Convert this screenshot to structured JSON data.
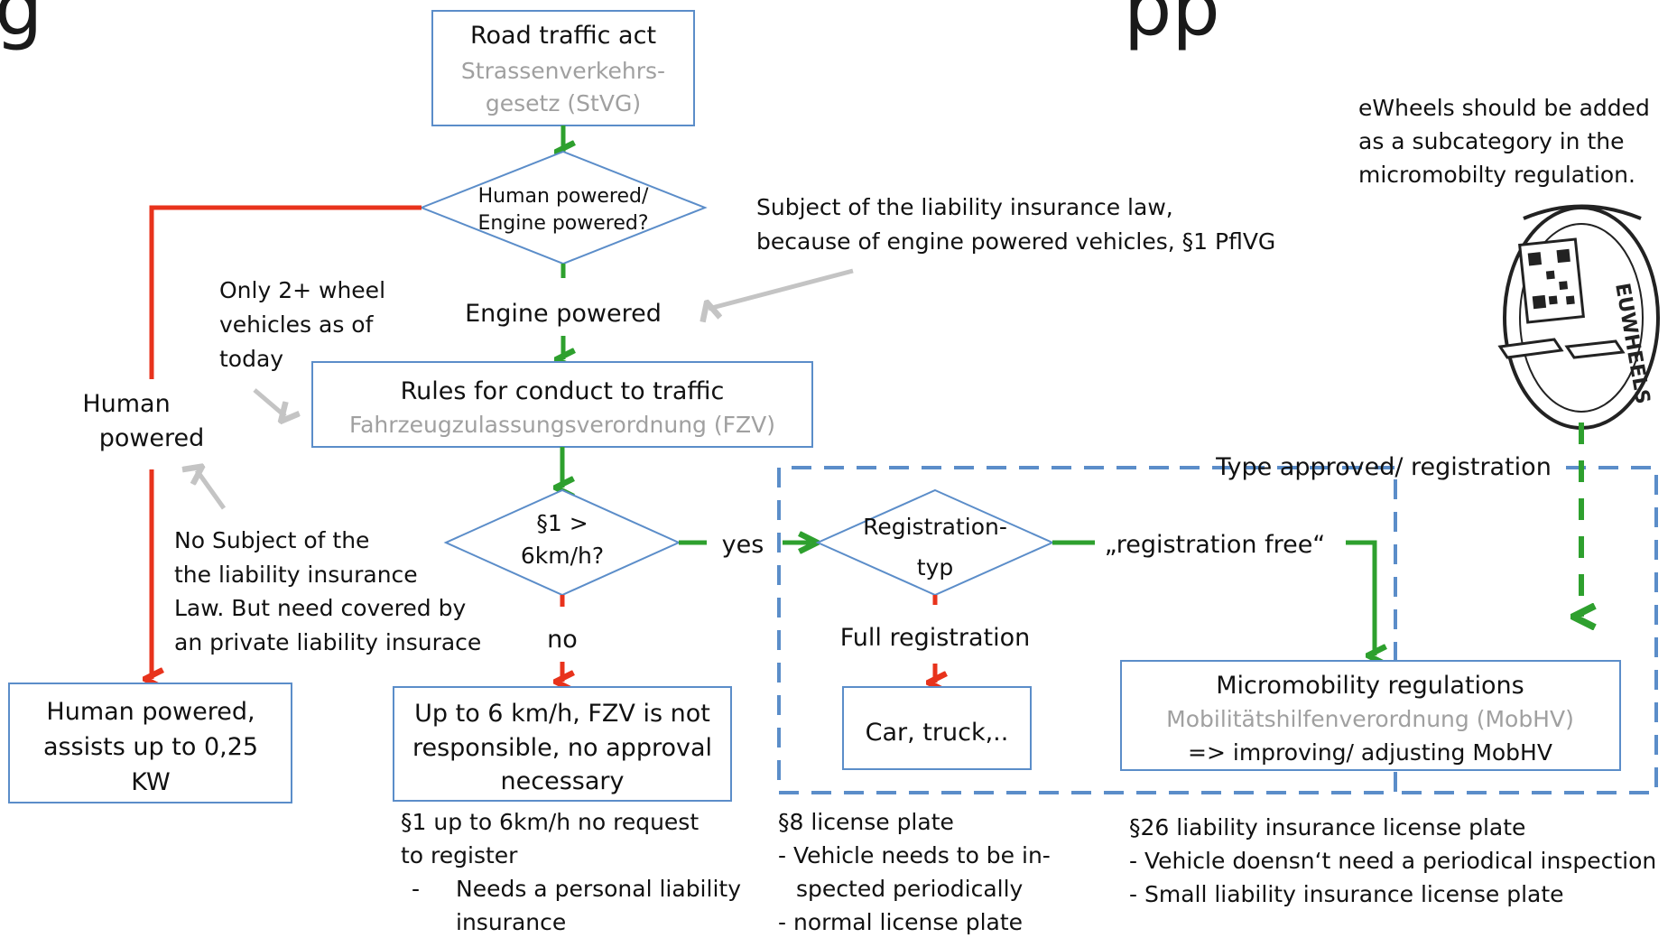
{
  "colors": {
    "box_border": "#5b8dc9",
    "dashed_border": "#5b8dc9",
    "green": "#2ea02e",
    "red": "#e8331c",
    "grey_arrow": "#c4c4c4",
    "text": "#111111",
    "muted_text": "#a0a0a0"
  },
  "heading": {
    "lead": "g",
    "trail": "pp"
  },
  "nodes": {
    "road_traffic_act": {
      "title": "Road traffic act",
      "sub1": "Strassenverkehrs-",
      "sub2": "gesetz (StVG)"
    },
    "powered_decision": {
      "line1": "Human powered/",
      "line2": "Engine powered?"
    },
    "engine_powered_label": "Engine powered",
    "rules_conduct": {
      "title": "Rules for conduct to traffic",
      "sub": "Fahrzeugzulassungsverordnung (FZV)"
    },
    "speed_decision": {
      "line1": "§1 >",
      "line2": "6km/h?"
    },
    "yes_label": "yes",
    "no_label": "no",
    "registration_decision": {
      "line1": "Registration-",
      "line2": "typ"
    },
    "registration_free_label": "„registration free“",
    "full_registration_label": "Full registration",
    "car_truck": "Car, truck,..",
    "micromobility": {
      "title": "Micromobility regulations",
      "sub": "Mobilitätshilfenverordnung (MobHV)",
      "line3": "=> improving/ adjusting MobHV"
    },
    "up_to_6": {
      "line1": "Up to 6 km/h, FZV is not",
      "line2": "responsible, no approval",
      "line3": "necessary"
    },
    "human_powered_box": {
      "line1": "Human powered,",
      "line2": "assists up to 0,25",
      "line3": "KW"
    },
    "human_powered_label": {
      "line1": "Human",
      "line2": "powered"
    },
    "type_approved_label": "Type approved/ registration"
  },
  "notes": {
    "liability_engine": {
      "line1": "Subject of the liability insurance law,",
      "line2": "because of engine powered vehicles, §1 PflVG"
    },
    "two_wheel": {
      "line1": "Only 2+ wheel",
      "line2": "vehicles as of",
      "line3": "today"
    },
    "no_subject": {
      "line1": "No Subject of the",
      "line2": "the liability insurance",
      "line3": "Law. But need covered by",
      "line4": "an private liability insurace"
    },
    "ewheels": {
      "line1": "eWheels should be added",
      "line2": "as a subcategory in the",
      "line3": "micromobilty regulation."
    },
    "par1": {
      "line1": "§1 up to 6km/h no request",
      "line2": "to register",
      "bullet": "-",
      "line3": "Needs a personal liability",
      "line4": "insurance"
    },
    "par8": {
      "line1": "§8 license plate",
      "line2": "- Vehicle needs to be in-",
      "line3": "spected periodically",
      "line4": "- normal license plate"
    },
    "par26": {
      "line1": "§26 liability insurance license plate",
      "line2": "- Vehicle doensn‘t need a periodical inspection",
      "line3": "- Small liability insurance license plate"
    }
  },
  "image": {
    "wheel_brand": "EUWHEELS"
  }
}
